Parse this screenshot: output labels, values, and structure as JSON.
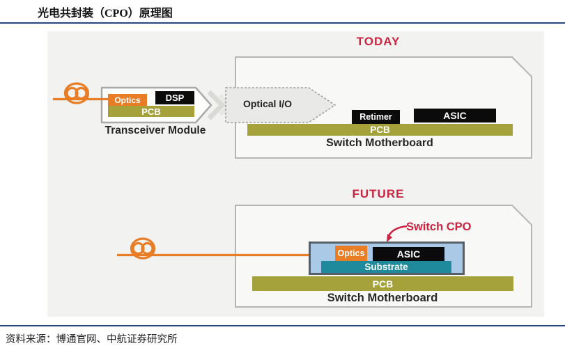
{
  "title": "光电共封装（CPO）原理图",
  "source": "资料来源：博通官网、中航证券研究所",
  "today": {
    "heading": "TODAY",
    "transceiver": {
      "optics": "Optics",
      "dsp": "DSP",
      "pcb": "PCB",
      "caption": "Transceiver Module"
    },
    "optical_io": "Optical I/O",
    "retimer": "Retimer",
    "asic": "ASIC",
    "pcb": "PCB",
    "motherboard": "Switch Motherboard"
  },
  "future": {
    "heading": "FUTURE",
    "cpo_callout": "Switch CPO",
    "optics": "Optics",
    "asic": "ASIC",
    "substrate": "Substrate",
    "pcb": "PCB",
    "motherboard": "Switch Motherboard"
  },
  "colors": {
    "accent-red": "#CB2440",
    "orange": "#E87D26",
    "olive": "#A5A23B",
    "teal": "#1F8A9B",
    "chip-black": "#0B0B0B",
    "package-blue": "#A9C9E6",
    "package-border": "#565F66",
    "rule-navy": "#26477B",
    "panel-bg": "#F2F2F0",
    "box-fill": "#F8F8F6",
    "box-border": "#B5B5B2"
  }
}
